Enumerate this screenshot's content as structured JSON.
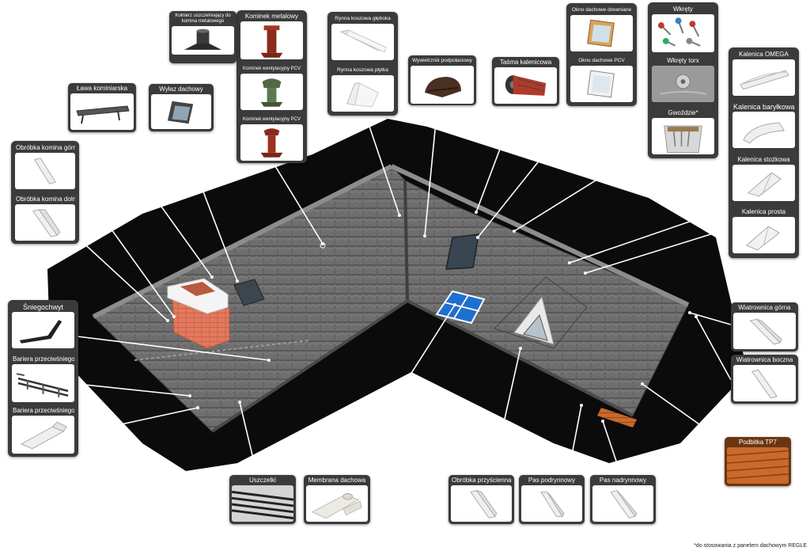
{
  "labels": {
    "kolnierz": "Kołnierz uszczelniający do komina metalowego",
    "kominek_metalowy": "Kominek metalowy",
    "kominek_pcv_1": "Kominek wentylacyjny PCV",
    "kominek_pcv_2": "Kominek wentylacyjny PCV",
    "rynna_gleboka": "Rynna koszowa głęboka",
    "rynna_plytka": "Rynna koszowa płytka",
    "wywietrznik": "Wywietrznik podpołaciowy",
    "tasma": "Taśma kalenicowa",
    "okno_drewniane": "Okno dachowe drewniane",
    "okno_pcv": "Okno dachowe PCV",
    "wkrety": "Wkręty",
    "wkrety_torx": "Wkręty torx",
    "gwozdzie": "Gwoździe*",
    "kalenica_omega": "Kalenica OMEGA",
    "kalenica_barylkowa": "Kalenica baryłkowa",
    "kalenica_stozkowa": "Kalenica stożkowa",
    "kalenica_prosta": "Kalenica prosta",
    "lawa": "Ława kominiarska",
    "wylaz": "Wyłaz dachowy",
    "obrobka_gorna": "Obróbka komina górna",
    "obrobka_dolna": "Obróbka komina dolna",
    "sniegochwyt": "Śniegochwyt",
    "bariera_1": "Bariera przeciwśniegowa",
    "bariera_2": "Bariera przeciwśniegowa",
    "wiatrownica_gorna": "Wiatrownica górna",
    "wiatrownica_boczna": "Wiatrownica boczna",
    "podbitka": "Podbitka TP7",
    "uszczelki": "Uszczelki",
    "membrana": "Membrana dachowa",
    "obrobka_przyscienna": "Obróbka przyścienna",
    "pas_podrynnowy": "Pas podrynnowy",
    "pas_nadrynnowy": "Pas nadrynnowy"
  },
  "footnote": "*do stosowania z panelem dachowym REGLE",
  "colors": {
    "card_bg": "#3b3b3b",
    "roof_tile": "#6f6f6f",
    "roof_shadow": "#0b0b0b",
    "chimney_brick": "#e07a5c",
    "window_blue": "#1f6fd1",
    "podbitka_wood": "#c8662a",
    "kominek_red": "#8b2b1c",
    "kominek_green": "#4f6a45"
  },
  "icons": {
    "kolnierz": "chimney-collar-icon",
    "kominek_metalowy": "metal-chimney-icon",
    "kominek_pcv_1": "pcv-vent-green-icon",
    "kominek_pcv_2": "pcv-vent-red-icon",
    "rynna_gleboka": "deep-valley-gutter-icon",
    "rynna_plytka": "shallow-valley-gutter-icon",
    "wywietrznik": "roof-vent-icon",
    "tasma": "ridge-tape-icon",
    "okno_drewniane": "wooden-roof-window-icon",
    "okno_pcv": "pcv-roof-window-icon",
    "wkrety": "screws-icon",
    "wkrety_torx": "torx-screws-icon",
    "gwozdzie": "nails-bucket-icon",
    "kalenica_omega": "omega-ridge-icon",
    "kalenica_barylkowa": "barrel-ridge-icon",
    "kalenica_stozkowa": "cone-ridge-icon",
    "kalenica_prosta": "straight-ridge-icon",
    "lawa": "roof-walkway-icon",
    "wylaz": "roof-hatch-icon",
    "obrobka_gorna": "upper-chimney-flashing-icon",
    "obrobka_dolna": "lower-chimney-flashing-icon",
    "sniegochwyt": "snow-guard-icon",
    "bariera_1": "snow-barrier-bar-icon",
    "bariera_2": "snow-barrier-plate-icon",
    "wiatrownica_gorna": "upper-barge-board-icon",
    "wiatrownica_boczna": "side-barge-board-icon",
    "podbitka": "soffit-panel-icon",
    "uszczelki": "gaskets-icon",
    "membrana": "roof-membrane-icon",
    "obrobka_przyscienna": "wall-flashing-icon",
    "pas_podrynnowy": "drip-edge-icon",
    "pas_nadrynnowy": "eaves-flashing-icon"
  }
}
